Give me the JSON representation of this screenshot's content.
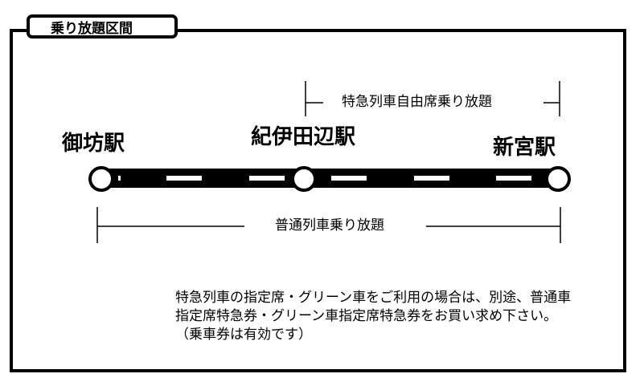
{
  "tab_title": "乗り放題区間",
  "stations": {
    "gobo": "御坊駅",
    "kii_tanabe": "紀伊田辺駅",
    "shingu": "新宮駅"
  },
  "ranges": {
    "limited_express": "特急列車自由席乗り放題",
    "local": "普通列車乗り放題"
  },
  "note": {
    "line1": "特急列車の指定席・グリーン車をご利用の場合は、別途、普通車",
    "line2": "指定席特急券・グリーン車指定席特急券をお買い求め下さい。",
    "line3": "（乗車券は有効です）"
  }
}
